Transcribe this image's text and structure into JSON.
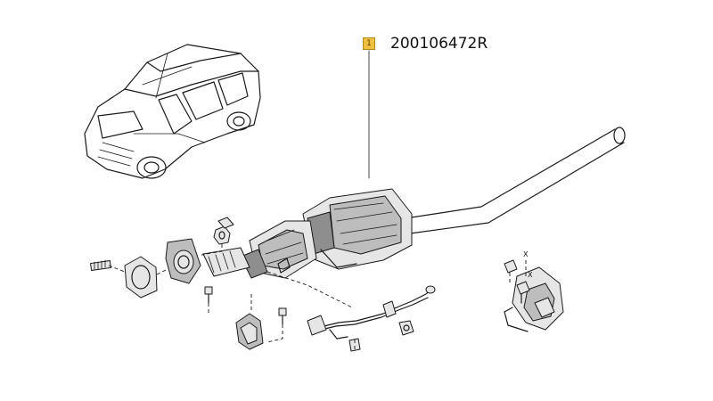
{
  "callout": {
    "number": "1",
    "part_number": "200106472R",
    "color": "#f0c040"
  },
  "marks": {
    "x1": "X",
    "x2": "X"
  }
}
